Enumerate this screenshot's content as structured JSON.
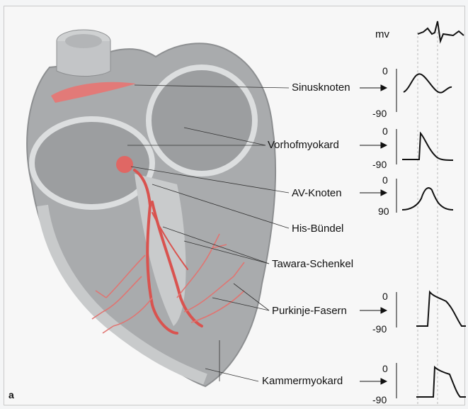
{
  "panel_letter": "a",
  "unit_label": "mv",
  "labels": [
    {
      "id": "sinusknoten",
      "text": "Sinusknoten"
    },
    {
      "id": "vorhofmyokard",
      "text": "Vorhofmyokard"
    },
    {
      "id": "av-knoten",
      "text": "AV-Knoten"
    },
    {
      "id": "his-buendel",
      "text": "His-Bündel"
    },
    {
      "id": "tawara-schenkel",
      "text": "Tawara-Schenkel"
    },
    {
      "id": "purkinje-fasern",
      "text": "Purkinje-Fasern"
    },
    {
      "id": "kammermyokard",
      "text": "Kammermyokard"
    }
  ],
  "potential_scales": [
    {
      "top": "0",
      "bottom": "-90"
    },
    {
      "top": "0",
      "bottom": "-90"
    },
    {
      "top": "0",
      "bottom": "90"
    },
    {
      "top": "0",
      "bottom": "-90"
    },
    {
      "top": "0",
      "bottom": "-90"
    }
  ],
  "colors": {
    "conduction": "#d9534f",
    "heart_gray": "#9a9c9e",
    "light_gray": "#d3d5d6"
  }
}
